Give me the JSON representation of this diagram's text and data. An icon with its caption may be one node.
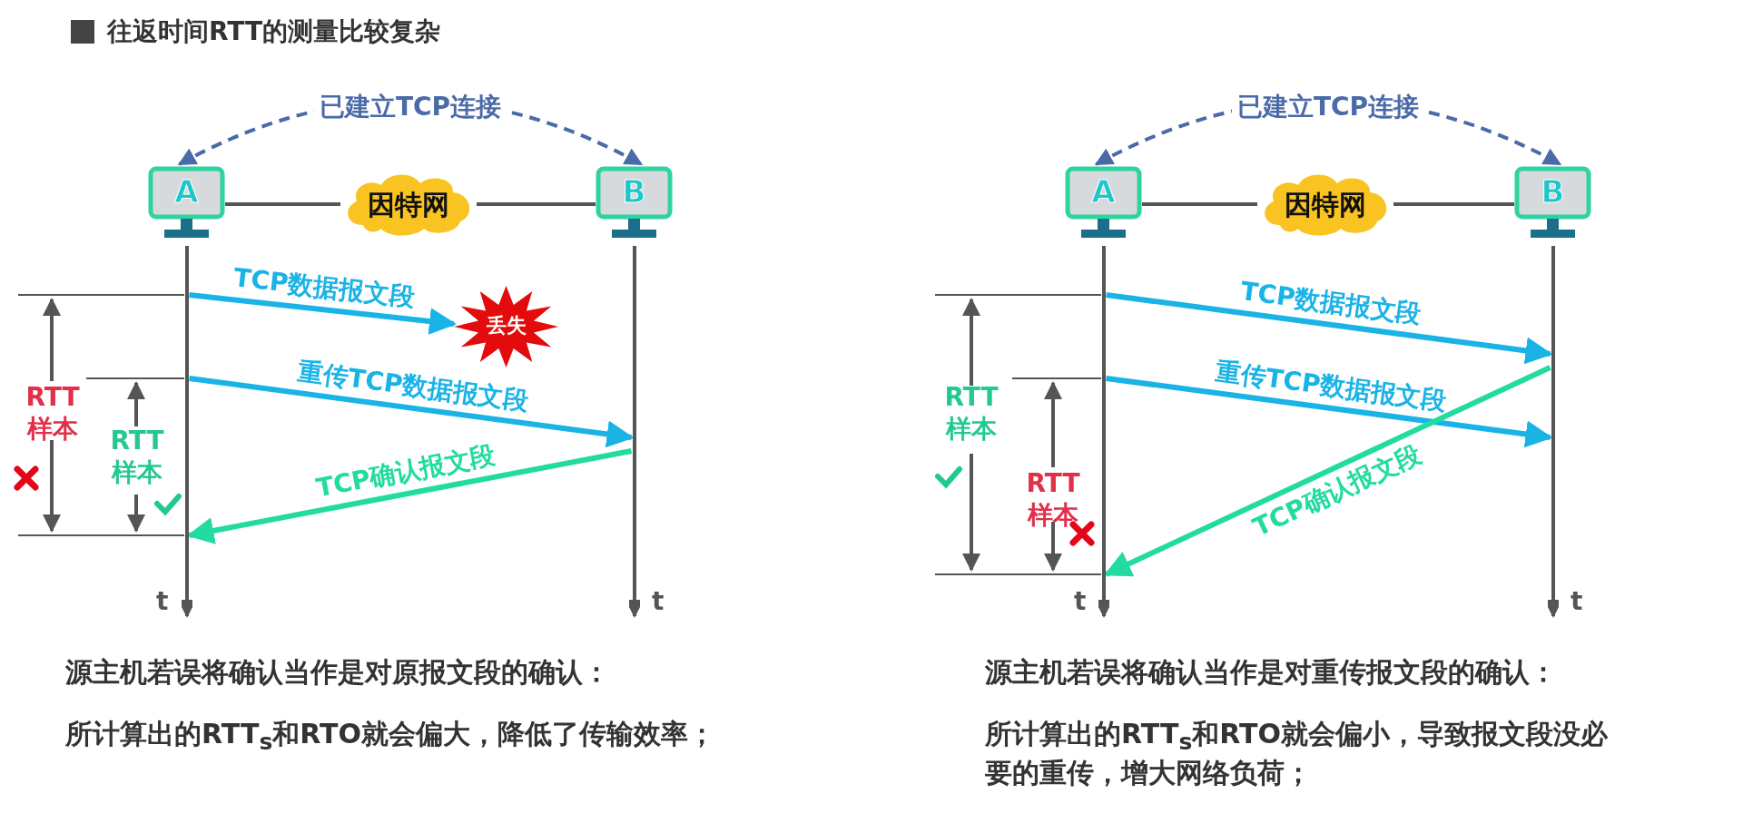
{
  "diagram": {
    "title": "往返时间RTT的测量比较复杂",
    "nodes": [
      {
        "text": [
          "A"
        ]
      },
      {
        "text": [
          "B"
        ]
      },
      {
        "text": [
          "因特网"
        ]
      },
      {
        "text": [
          "丢失"
        ]
      },
      {
        "text": [
          "A"
        ]
      },
      {
        "text": [
          "B"
        ]
      },
      {
        "text": [
          "因特网"
        ]
      }
    ],
    "edges": [
      {
        "from": 0,
        "to": 2,
        "arrow": "none"
      },
      {
        "from": 2,
        "to": 1,
        "arrow": "none"
      },
      {
        "from": 0,
        "to": 1,
        "arrow": "both",
        "label": "已建立TCP连接",
        "style": "dashed",
        "color": "#4a6aa8"
      },
      {
        "from": 0,
        "to": 3,
        "arrow": "to",
        "label": "TCP数据报文段",
        "color": "#1ab3e6"
      },
      {
        "from": 0,
        "to": 1,
        "arrow": "to",
        "label": "重传TCP数据报文段",
        "color": "#1ab3e6"
      },
      {
        "from": 1,
        "to": 0,
        "arrow": "to",
        "label": "TCP确认报文段",
        "color": "#22dba0"
      },
      {
        "from": 4,
        "to": 6,
        "arrow": "none"
      },
      {
        "from": 6,
        "to": 5,
        "arrow": "none"
      },
      {
        "from": 4,
        "to": 5,
        "arrow": "both",
        "label": "已建立TCP连接",
        "style": "dashed",
        "color": "#4a6aa8"
      },
      {
        "from": 4,
        "to": 5,
        "arrow": "to",
        "label": "TCP数据报文段",
        "color": "#1ab3e6"
      },
      {
        "from": 4,
        "to": 5,
        "arrow": "to",
        "label": "重传TCP数据报文段",
        "color": "#1ab3e6"
      },
      {
        "from": 5,
        "to": 4,
        "arrow": "to",
        "label": "TCP确认报文段",
        "color": "#22dba0"
      }
    ],
    "labels": [
      "RTT样本",
      "RTT样本",
      "t",
      "t",
      "源主机若误将确认当作是对原报文段的确认：",
      "所计算出的RTT$_{s}$和RTO就会偏大，降低了传输效率；",
      "RTT样本",
      "RTT样本",
      "t",
      "t",
      "源主机若误将确认当作是对重传报文段的确认：",
      "所计算出的RTT$_{s}$和RTO就会偏小，导致报文段没必要的重传，增大网络负荷；"
    ]
  }
}
